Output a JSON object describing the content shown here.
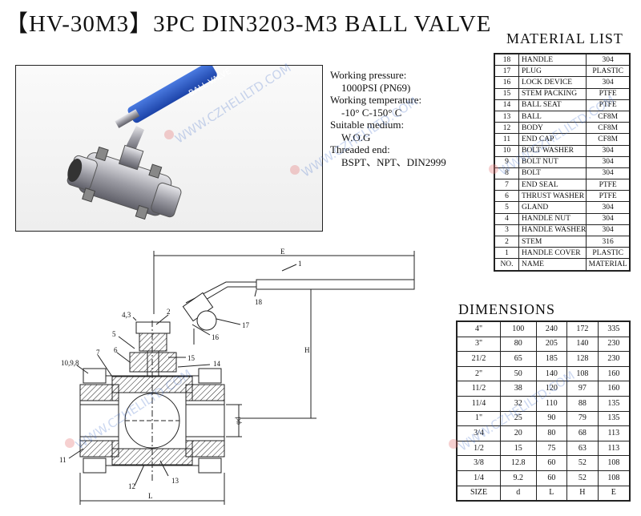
{
  "title": "【HV-30M3】3PC DIN3203-M3 BALL VALVE",
  "photo_handle_text": "BALL VALVE",
  "specs": {
    "pressure_label": "Working pressure:",
    "pressure_value": "1000PSI (PN69)",
    "temperature_label": "Working temperature:",
    "temperature_value": "-10° C-150° C",
    "medium_label": "Suitable medium:",
    "medium_value": "W.O.G",
    "thread_label": "Threaded end:",
    "thread_value": "BSPT、NPT、DIN2999"
  },
  "material_list": {
    "title": "MATERIAL LIST",
    "rows": [
      {
        "no": "18",
        "name": "HANDLE",
        "material": "304"
      },
      {
        "no": "17",
        "name": "PLUG",
        "material": "PLASTIC"
      },
      {
        "no": "16",
        "name": "LOCK DEVICE",
        "material": "304"
      },
      {
        "no": "15",
        "name": "STEM PACKING",
        "material": "PTFE"
      },
      {
        "no": "14",
        "name": "BALL SEAT",
        "material": "PTFE"
      },
      {
        "no": "13",
        "name": "BALL",
        "material": "CF8M"
      },
      {
        "no": "12",
        "name": "BODY",
        "material": "CF8M"
      },
      {
        "no": "11",
        "name": "END CAP",
        "material": "CF8M"
      },
      {
        "no": "10",
        "name": "BOLT WASHER",
        "material": "304"
      },
      {
        "no": "9",
        "name": "BOLT NUT",
        "material": "304"
      },
      {
        "no": "8",
        "name": "BOLT",
        "material": "304"
      },
      {
        "no": "7",
        "name": "END SEAL",
        "material": "PTFE"
      },
      {
        "no": "6",
        "name": "THRUST WASHER",
        "material": "PTFE"
      },
      {
        "no": "5",
        "name": "GLAND",
        "material": "304"
      },
      {
        "no": "4",
        "name": "HANDLE NUT",
        "material": "304"
      },
      {
        "no": "3",
        "name": "HANDLE WASHER",
        "material": "304"
      },
      {
        "no": "2",
        "name": "STEM",
        "material": "316"
      },
      {
        "no": "1",
        "name": "HANDLE COVER",
        "material": "PLASTIC"
      }
    ],
    "header": {
      "no": "NO.",
      "name": "NAME",
      "material": "MATERIAL"
    }
  },
  "dimensions": {
    "title": "DIMENSIONS",
    "rows": [
      [
        "4\"",
        "100",
        "240",
        "172",
        "335"
      ],
      [
        "3\"",
        "80",
        "205",
        "140",
        "230"
      ],
      [
        "21/2",
        "65",
        "185",
        "128",
        "230"
      ],
      [
        "2\"",
        "50",
        "140",
        "108",
        "160"
      ],
      [
        "11/2",
        "38",
        "120",
        "97",
        "160"
      ],
      [
        "11/4",
        "32",
        "110",
        "88",
        "135"
      ],
      [
        "1\"",
        "25",
        "90",
        "79",
        "135"
      ],
      [
        "3/4",
        "20",
        "80",
        "68",
        "113"
      ],
      [
        "1/2",
        "15",
        "75",
        "63",
        "113"
      ],
      [
        "3/8",
        "12.8",
        "60",
        "52",
        "108"
      ],
      [
        "1/4",
        "9.2",
        "60",
        "52",
        "108"
      ]
    ],
    "header": [
      "SIZE",
      "d",
      "L",
      "H",
      "E"
    ]
  },
  "drawing_labels": {
    "e": "E",
    "h": "H",
    "l": "L",
    "d": "φd",
    "c1": "1",
    "c18": "18",
    "c17": "17",
    "c16": "16",
    "c15": "15",
    "c14": "14",
    "c43": "4,3",
    "c2": "2",
    "c5": "5",
    "c6": "6",
    "c7": "7",
    "c1098": "10,9,8",
    "c11": "11",
    "c12": "12",
    "c13": "13"
  },
  "watermark": "WWW.CZHELILTD.COM",
  "colors": {
    "handle_blue": "#2255c8",
    "steel": "#9a9aa0",
    "hatch": "#333333",
    "watermark": "#6e8ec8"
  }
}
